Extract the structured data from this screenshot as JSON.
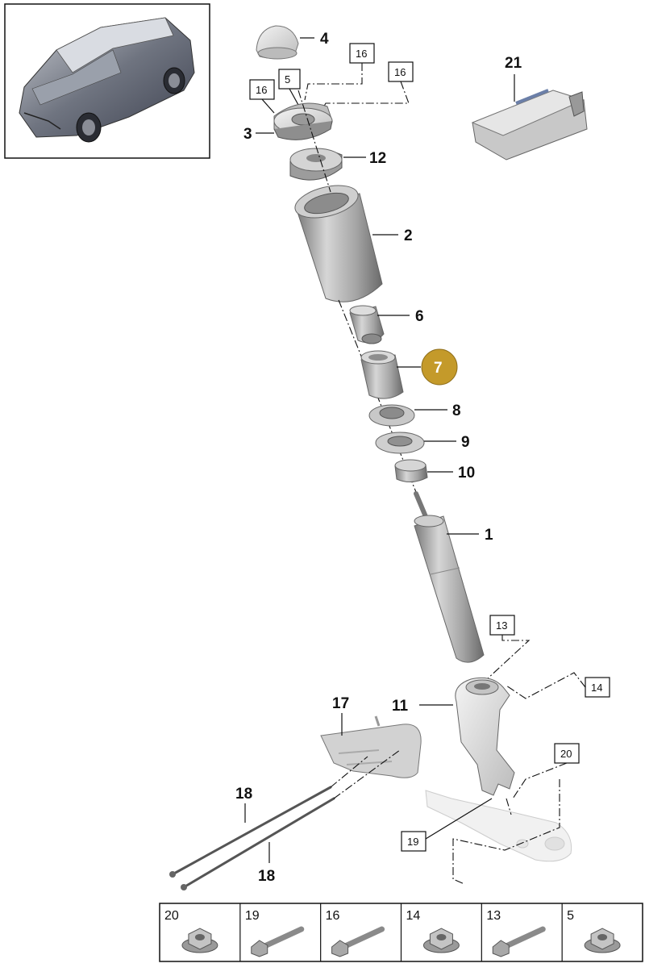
{
  "callouts": {
    "c1": "1",
    "c2": "2",
    "c3": "3",
    "c4": "4",
    "c5": "5",
    "c6": "6",
    "c7": "7",
    "c8": "8",
    "c9": "9",
    "c10": "10",
    "c11": "11",
    "c12": "12",
    "c17": "17",
    "c18a": "18",
    "c18b": "18",
    "c21": "21"
  },
  "boxed_refs": {
    "b16a": "16",
    "b16b": "16",
    "b16c": "16",
    "b13": "13",
    "b14": "14",
    "b20": "20",
    "b19": "19"
  },
  "hardware_strip": [
    {
      "label": "20",
      "icon": "flange-nut-icon"
    },
    {
      "label": "19",
      "icon": "bolt-icon"
    },
    {
      "label": "16",
      "icon": "bolt-icon"
    },
    {
      "label": "14",
      "icon": "flange-nut-icon"
    },
    {
      "label": "13",
      "icon": "bolt-icon"
    },
    {
      "label": "5",
      "icon": "flange-nut-icon"
    }
  ],
  "colors": {
    "selected": "#c49a2a",
    "ink": "#111111",
    "part_light": "#e2e2e2",
    "part_mid": "#a8a8a8",
    "part_dark": "#6e6e6e"
  }
}
